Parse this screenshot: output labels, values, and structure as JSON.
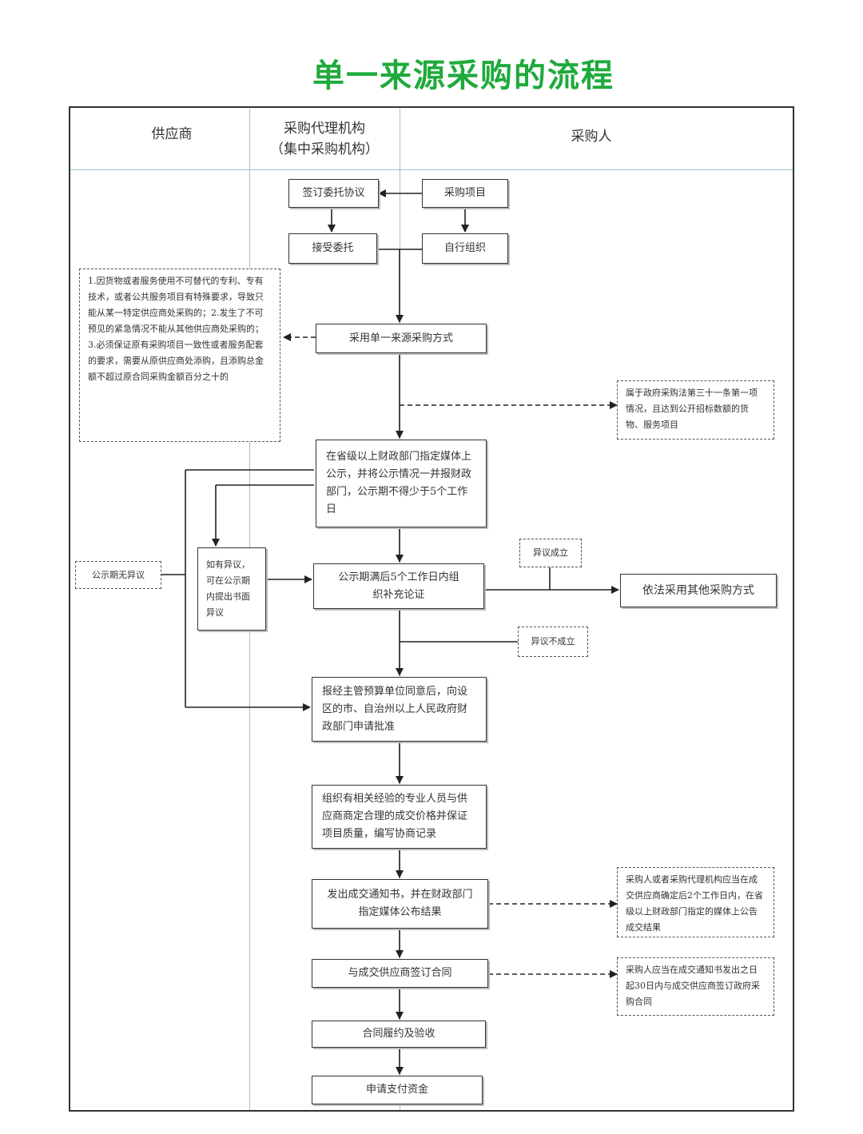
{
  "title": "单一来源采购的流程",
  "lanes": {
    "supplier": "供应商",
    "agency_line1": "采购代理机构",
    "agency_line2": "（集中采购机构）",
    "purchaser": "采购人"
  },
  "nodes": {
    "sign_agreement": "签订委托协议",
    "purchase_project": "采购项目",
    "accept_commission": "接受委托",
    "self_organize": "自行组织",
    "adopt_single_source": "采用单一来源采购方式",
    "conditions_note": "1.因货物或者服务使用不可替代的专利、专有技术，或者公共服务项目有特殊要求，导致只能从某一特定供应商处采购的；2.发生了不可预见的紧急情况不能从其他供应商处采购的；3.必须保证原有采购项目一致性或者服务配套的要求，需要从原供应商处添购，且添购总金额不超过原合同采购金额百分之十的",
    "article31_note": "属于政府采购法第三十一条第一项情况，且达到公开招标数额的货物、服务项目",
    "publicity": "在省级以上财政部门指定媒体上公示，并将公示情况一并报财政部门，公示期不得少于5个工作日",
    "no_objection": "公示期无异议",
    "objection_submit": "如有异议，可在公示期内提出书面异议",
    "supplement_demo": "公示期满后5个工作日内组织补充论证",
    "objection_valid": "异议成立",
    "other_method": "依法采用其他采购方式",
    "objection_invalid": "异议不成立",
    "apply_approval": "报经主管预算单位同意后，向设区的市、自治州以上人民政府财政部门申请批准",
    "negotiate": "组织有相关经验的专业人员与供应商商定合理的成交价格并保证项目质量，编写协商记录",
    "issue_notice": "发出成交通知书，并在财政部门指定媒体公布结果",
    "announce_note": "采购人或者采购代理机构应当在成交供应商确定后2个工作日内，在省级以上财政部门指定的媒体上公告成交结果",
    "sign_contract": "与成交供应商签订合同",
    "contract_note": "采购人应当在成交通知书发出之日起30日内与成交供应商签订政府采购合同",
    "acceptance": "合同履约及验收",
    "payment": "申请支付资金"
  },
  "colors": {
    "title": "#1faa3c",
    "lane_line": "#9cc3d6",
    "stroke": "#333333"
  }
}
